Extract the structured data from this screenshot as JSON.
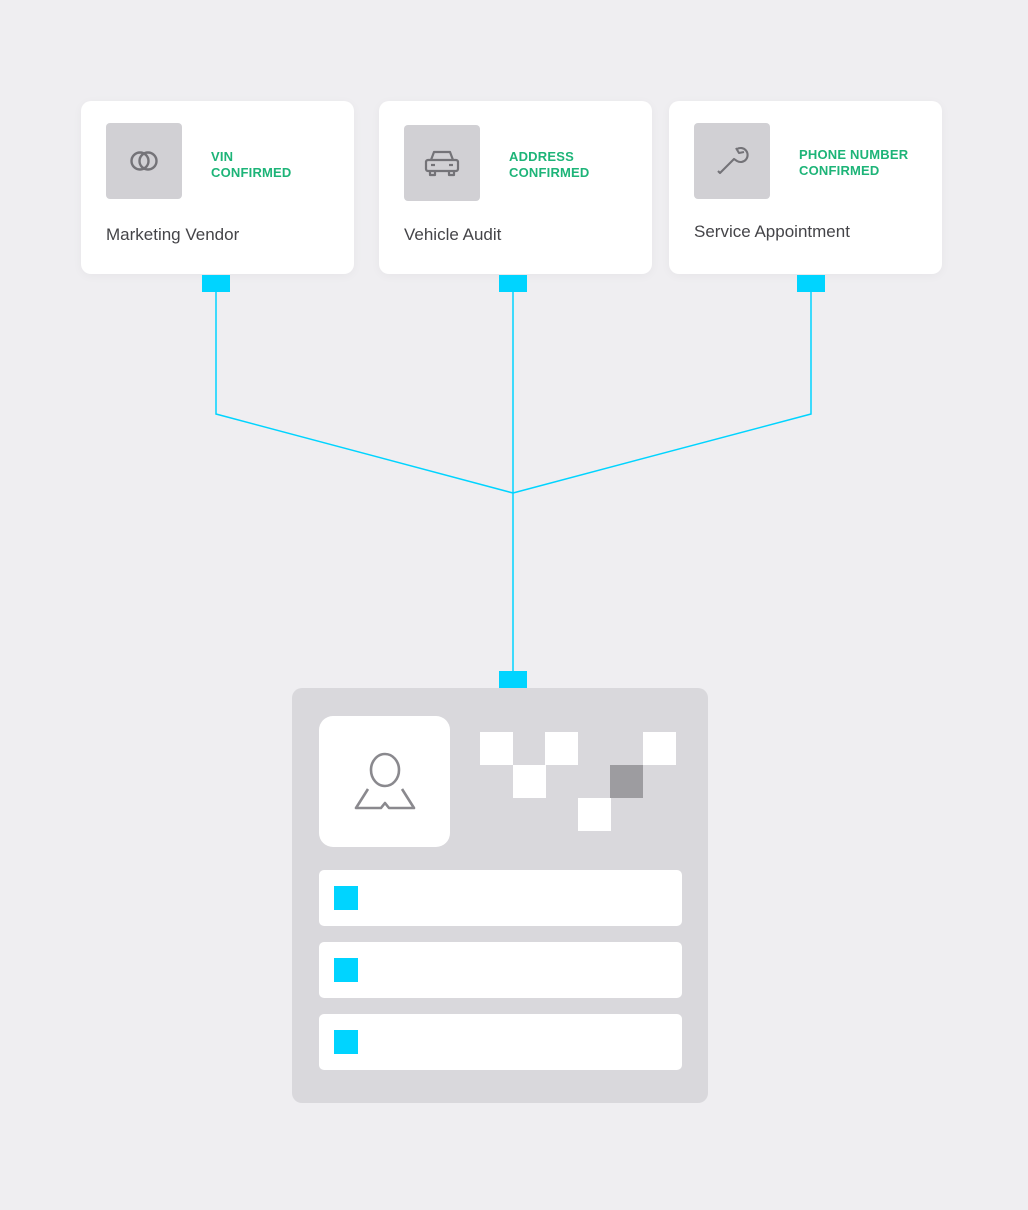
{
  "colors": {
    "background": "#efeef1",
    "card": "#ffffff",
    "icon_tile": "#d1d0d4",
    "icon_stroke": "#747378",
    "status_green": "#1db478",
    "connector_cyan": "#00d4ff",
    "panel": "#d9d8dc",
    "pixel_dark": "#9d9ca0"
  },
  "cards": [
    {
      "icon": "link-icon",
      "status": "VIN\nCONFIRMED",
      "label": "Marketing Vendor"
    },
    {
      "icon": "car-icon",
      "status": "ADDRESS\nCONFIRMED",
      "label": "Vehicle Audit"
    },
    {
      "icon": "wrench-icon",
      "status": "PHONE NUMBER\nCONFIRMED",
      "label": "Service Appointment"
    }
  ],
  "profile": {
    "avatar_icon": "user-icon",
    "fields": [
      {
        "marker": "field-marker"
      },
      {
        "marker": "field-marker"
      },
      {
        "marker": "field-marker"
      }
    ]
  }
}
